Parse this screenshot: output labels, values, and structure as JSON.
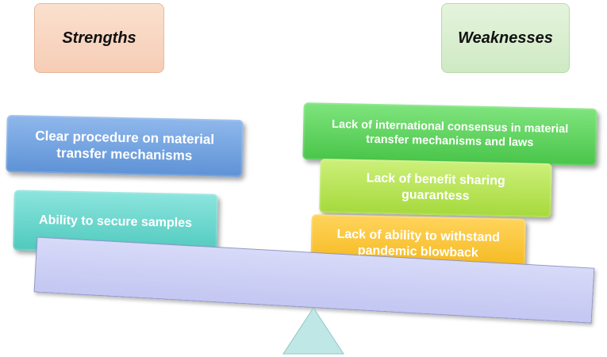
{
  "headers": {
    "strengths": "Strengths",
    "weaknesses": "Weaknesses"
  },
  "strengths": [
    {
      "line1": "Clear procedure on material",
      "line2": "transfer mechanisms"
    },
    {
      "line1": "Ability to secure samples",
      "line2": ""
    }
  ],
  "weaknesses": [
    {
      "line1": "Lack of international consensus in material",
      "line2": "transfer mechanisms and laws"
    },
    {
      "line1": "Lack of benefit sharing",
      "line2": "guarantess"
    },
    {
      "line1": "Lack of ability to withstand",
      "line2": "pandemic blowback"
    }
  ],
  "colors": {
    "strengths_header": "#f6cdb5",
    "weaknesses_header": "#cfe9c4",
    "strength_1": "#5e92d6",
    "strength_2": "#4fc9bd",
    "weakness_1": "#49c54a",
    "weakness_2": "#a5d93c",
    "weakness_3": "#f4b619",
    "beam": "#c3c7f2",
    "fulcrum": "#bfe7e6"
  }
}
